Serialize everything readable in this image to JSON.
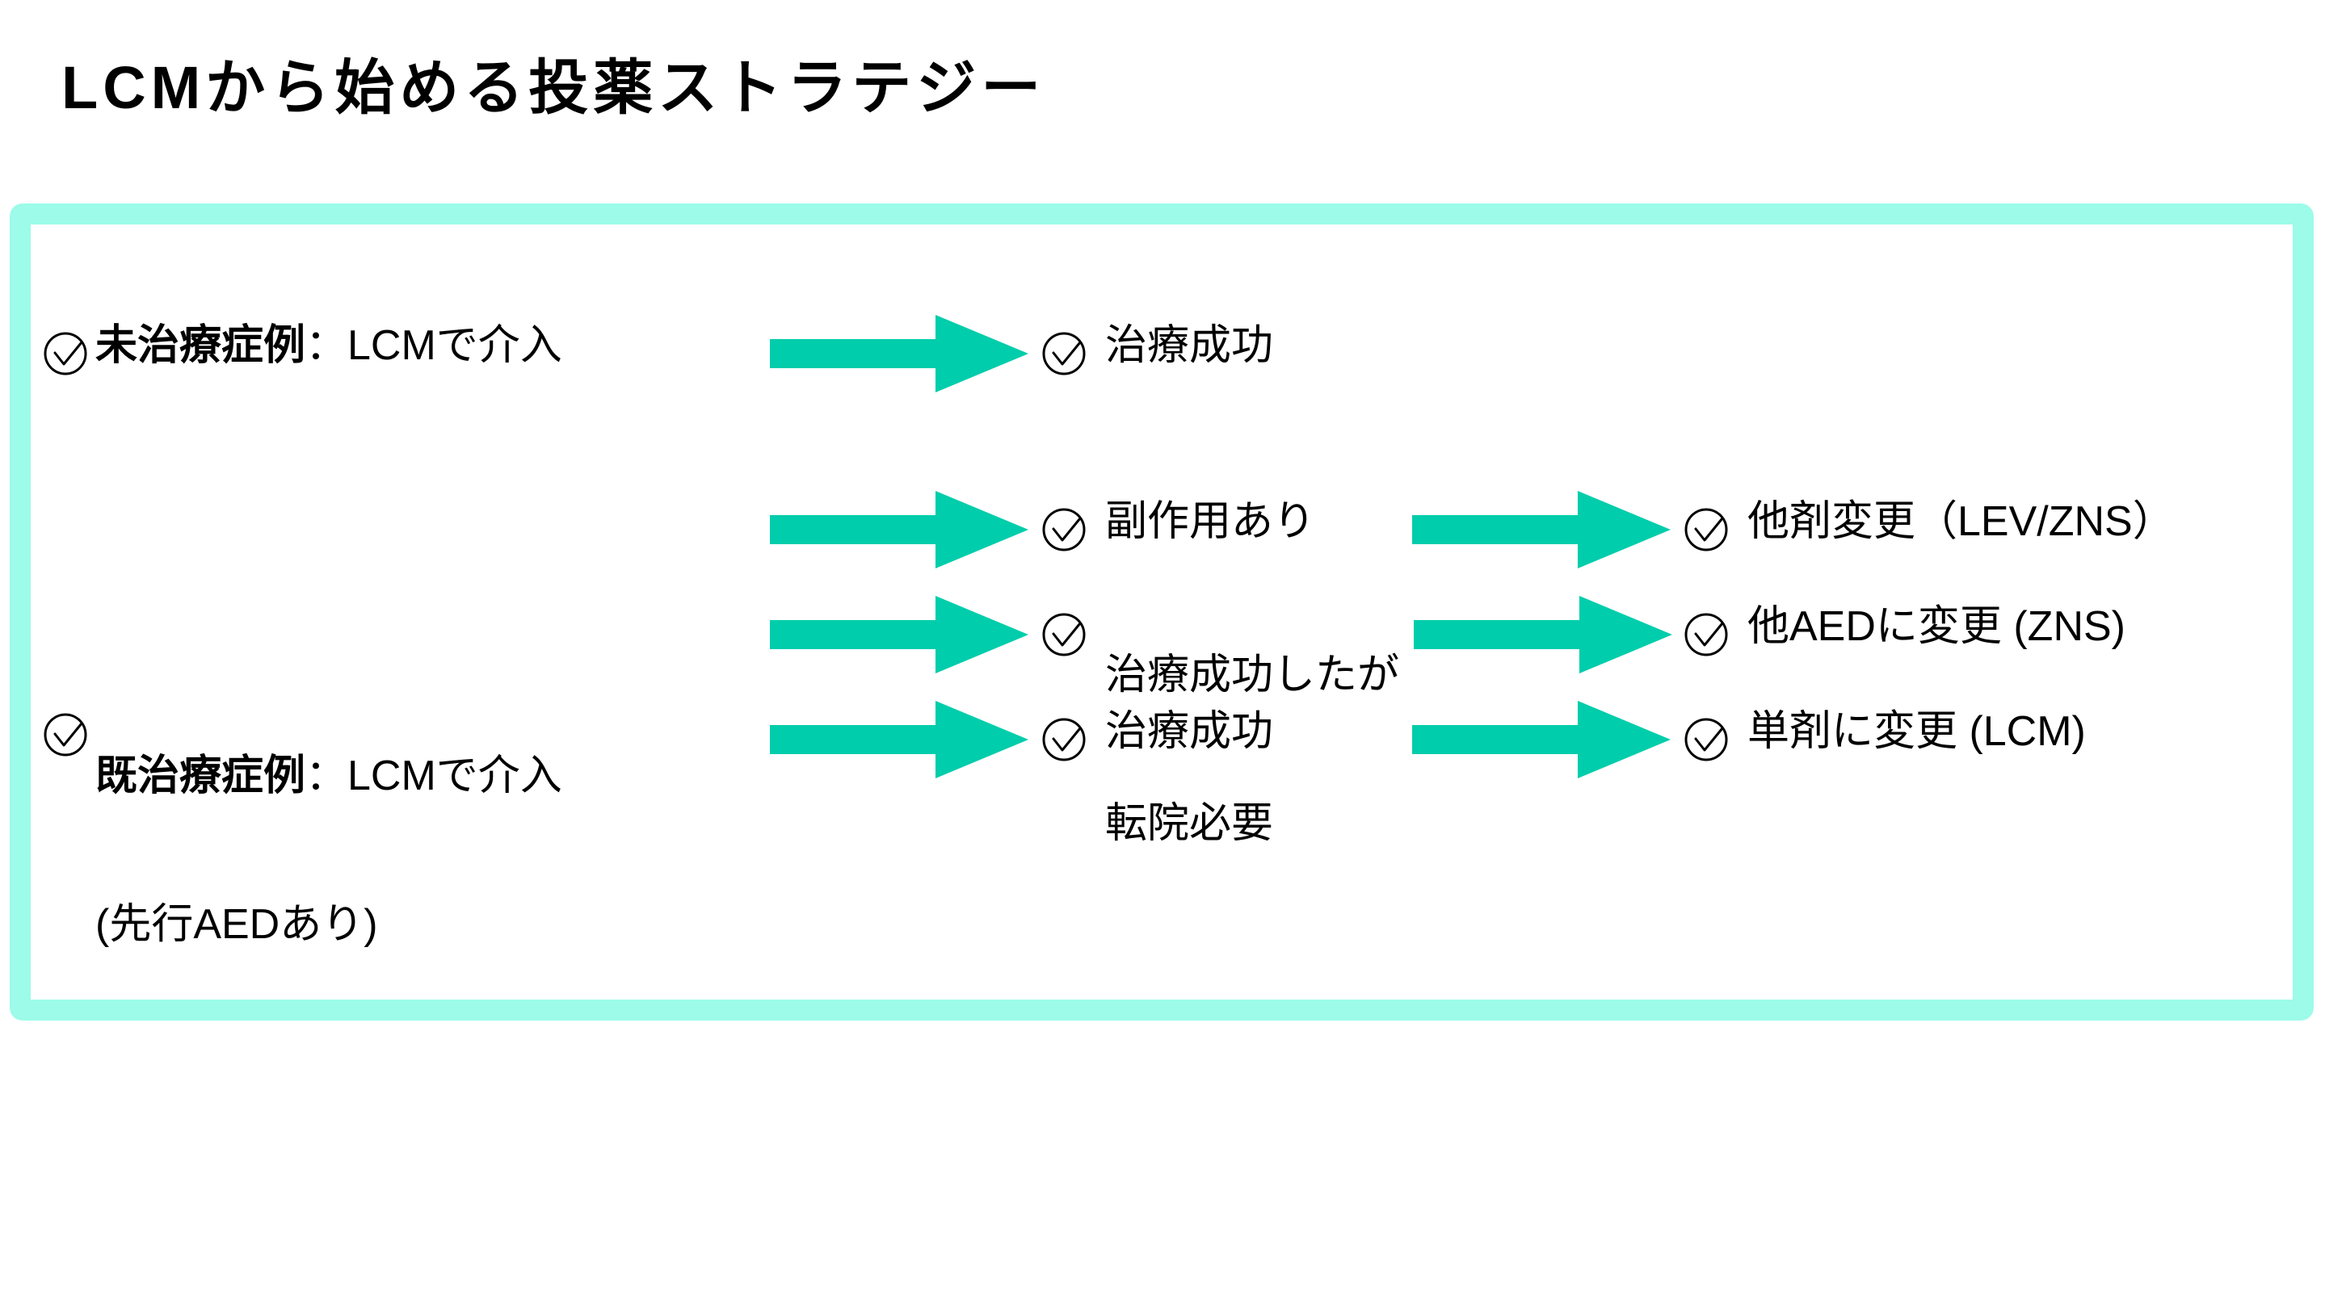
{
  "slide": {
    "title": "LCMから始める投薬ストラテジー",
    "accent_color": "#00CDAB",
    "frame_color": "#9CFBE9",
    "text_color": "#000000",
    "background_color": "#FFFFFF"
  },
  "flow": {
    "rows": [
      {
        "id": "row-untreated",
        "start_node": {
          "icon": "check-circle-icon",
          "label_strong": "未治療症例",
          "label_rest": "：LCMで介入"
        },
        "steps": [
          {
            "arrow": "right-block-arrow",
            "node": {
              "icon": "check-circle-icon",
              "label": "治療成功"
            }
          }
        ]
      },
      {
        "id": "row-side-effect",
        "start_node": null,
        "steps": [
          {
            "arrow": "right-block-arrow",
            "node": {
              "icon": "check-circle-icon",
              "label": "副作用あり"
            }
          },
          {
            "arrow": "right-block-arrow",
            "node": {
              "icon": "check-circle-icon",
              "label": "他剤変更（LEV/ZNS）"
            }
          }
        ]
      },
      {
        "id": "row-transfer",
        "start_node": null,
        "steps": [
          {
            "arrow": "right-block-arrow",
            "node": {
              "icon": "check-circle-icon",
              "label_line1": "治療成功したが",
              "label_line2": "転院必要"
            }
          },
          {
            "arrow": "right-block-arrow",
            "node": {
              "icon": "check-circle-icon",
              "label": "他AEDに変更 (ZNS)"
            }
          }
        ]
      },
      {
        "id": "row-pretreated",
        "start_node": {
          "icon": "check-circle-icon",
          "label_strong": "既治療症例",
          "label_rest": "：LCMで介入",
          "label_line2": "(先行AEDあり)"
        },
        "steps": [
          {
            "arrow": "right-block-arrow",
            "node": {
              "icon": "check-circle-icon",
              "label": "治療成功"
            }
          },
          {
            "arrow": "right-block-arrow",
            "node": {
              "icon": "check-circle-icon",
              "label": "単剤に変更 (LCM)"
            }
          }
        ]
      }
    ]
  }
}
